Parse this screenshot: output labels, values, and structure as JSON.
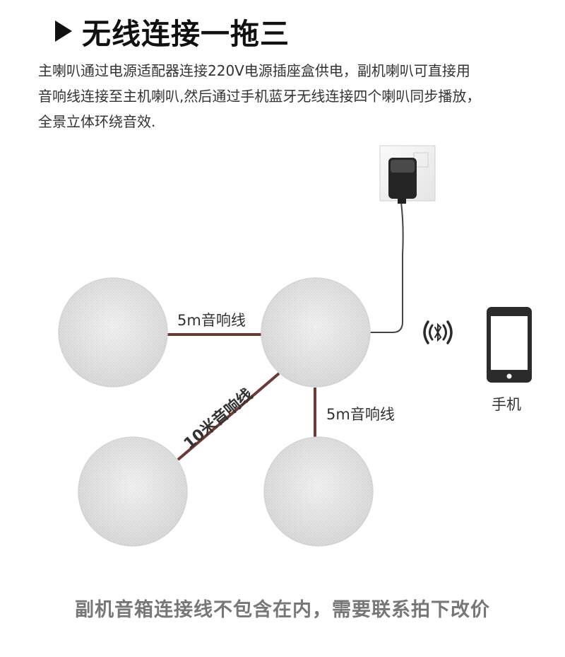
{
  "heading": {
    "title": "无线连接一拖三"
  },
  "description": {
    "lines": [
      "主喇叭通过电源适配器连接220V电源插座盒供电，副机喇叭可直接用",
      "音响线连接至主机喇叭,然后通过手机蓝牙无线连接四个喇叭同步播放，",
      "全景立体环绕音效."
    ]
  },
  "cables": {
    "top": "5m音响线",
    "right": "5m音响线",
    "diagonal": "10米音响线"
  },
  "phone": {
    "label": "手机"
  },
  "icons": {
    "bluetooth": "bluetooth-signal-icon",
    "phone": "smartphone-icon",
    "adapter": "power-adapter-icon"
  },
  "colors": {
    "cable": "#6b3a36",
    "speaker": "#e8e8e8"
  },
  "footer": {
    "note": "副机音箱连接线不包含在内，需要联系拍下改价"
  }
}
